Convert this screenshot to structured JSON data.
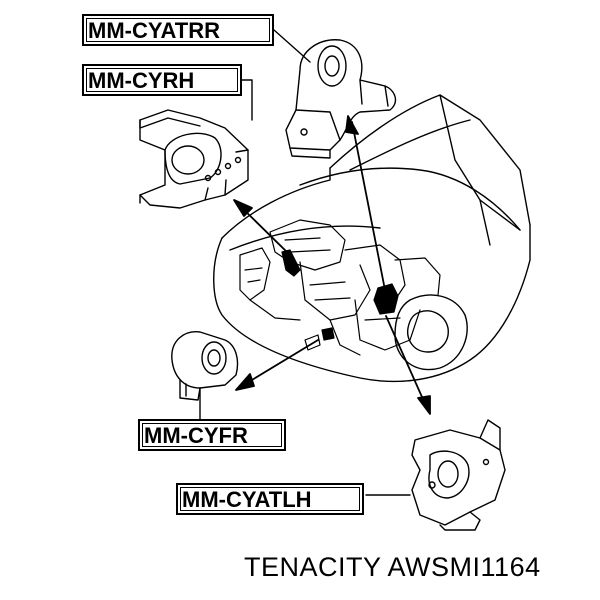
{
  "labels": {
    "rear_mount": "MM-CYATRR",
    "right_mount": "MM-CYRH",
    "front_mount": "MM-CYFR",
    "left_mount": "MM-CYATLH"
  },
  "footer": {
    "brand": "TENACITY",
    "part_number": "AWSMI1164"
  },
  "colors": {
    "line": "#000000",
    "background": "#ffffff"
  }
}
